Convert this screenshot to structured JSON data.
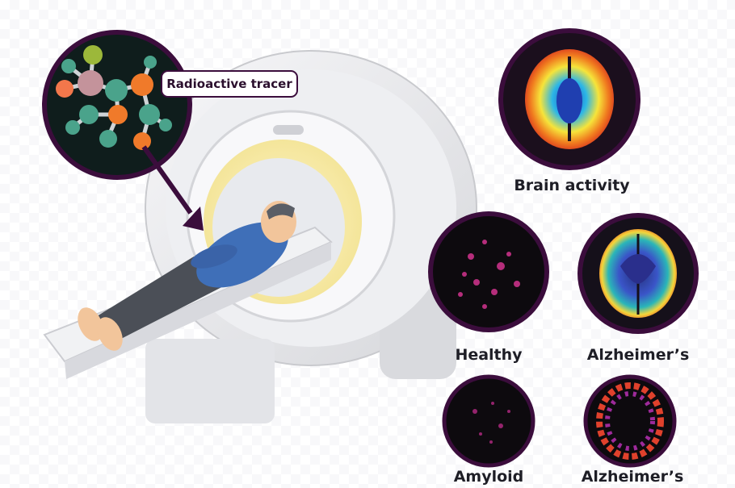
{
  "tracer_label": "Radioactive tracer",
  "brain_activity_label": "Brain activity",
  "scans": [
    {
      "label": "Healthy"
    },
    {
      "label": "Alzheimer’s"
    },
    {
      "label": "Amyloid"
    },
    {
      "label": "Alzheimer’s"
    }
  ],
  "colors": {
    "ring": "#3b0d3c",
    "label_text": "#1e1e26",
    "shirt": "#3f6fb8",
    "pants": "#4b4f57",
    "skin": "#f2c59b"
  }
}
